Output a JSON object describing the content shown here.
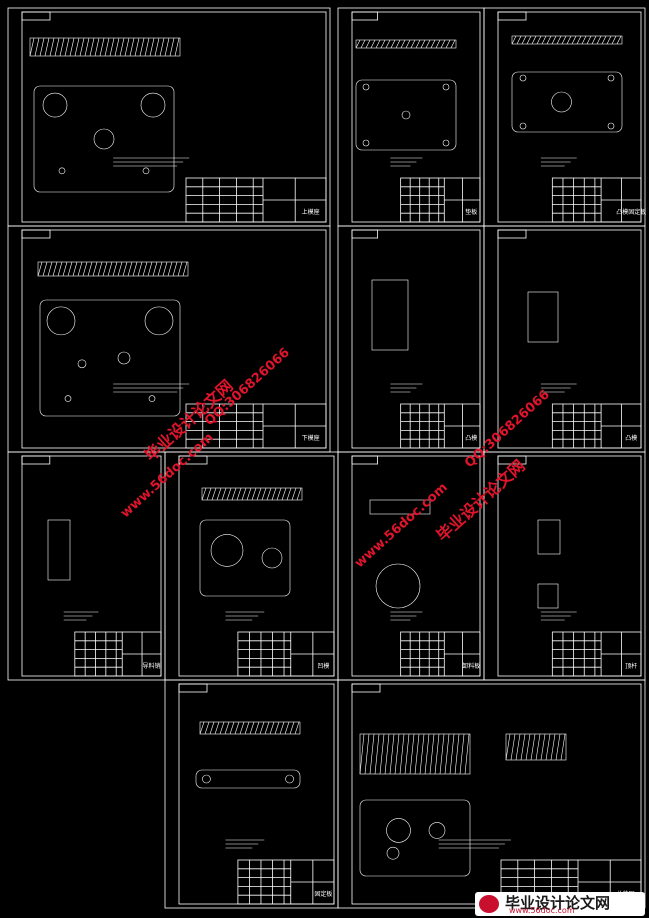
{
  "colors": {
    "background": "#000000",
    "linework": "#ffffff",
    "watermark": "#e0142b"
  },
  "sheets": [
    {
      "id": "s1",
      "labels": [
        "上模座"
      ]
    },
    {
      "id": "s2",
      "labels": [
        "垫板"
      ]
    },
    {
      "id": "s3",
      "labels": [
        "凸模固定板"
      ]
    },
    {
      "id": "s4",
      "labels": [
        "下模座"
      ]
    },
    {
      "id": "s5",
      "labels": [
        "凸模"
      ]
    },
    {
      "id": "s6",
      "labels": [
        "凸模"
      ]
    },
    {
      "id": "s7",
      "labels": [
        "导料销"
      ]
    },
    {
      "id": "s8",
      "labels": [
        "凹模"
      ]
    },
    {
      "id": "s9",
      "labels": [
        "卸料板"
      ]
    },
    {
      "id": "s10",
      "labels": [
        "顶杆"
      ]
    },
    {
      "id": "s11",
      "labels": [
        "固定板"
      ]
    },
    {
      "id": "s12",
      "labels": [
        "总装图"
      ]
    }
  ],
  "watermarks": {
    "url": "www.56doc.com",
    "qq": "QQ:306826066",
    "site_name": "毕业设计论文网"
  },
  "footer_logo": {
    "name": "毕业设计论文网",
    "url": "www.56doc.com"
  }
}
